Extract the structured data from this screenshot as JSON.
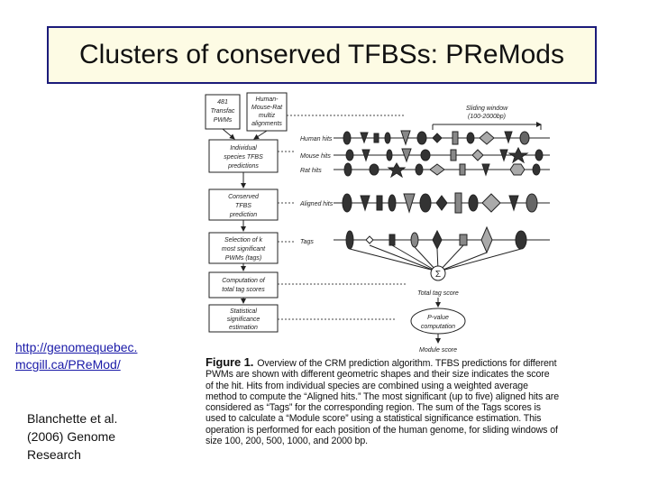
{
  "title": "Clusters of conserved TFBSs: PReMods",
  "link": {
    "line1": "http://genomequebec.",
    "line2": "mcgill.ca/PReMod/"
  },
  "citation": {
    "line1": "Blanchette et al.",
    "line2": "(2006) Genome",
    "line3": "Research"
  },
  "flowchart": {
    "box_pwms": [
      "481",
      "Transfac",
      "PWMs"
    ],
    "box_alignments": [
      "Human-",
      "Mouse-Rat",
      "multiz",
      "alignments"
    ],
    "box_individual": [
      "Individual",
      "species TFBS",
      "predictions"
    ],
    "box_conserved": [
      "Conserved",
      "TFBS",
      "prediction"
    ],
    "box_selection": [
      "Selection of k",
      "most significant",
      "PWMs (tags)"
    ],
    "box_computation": [
      "Computation of",
      "total tag scores"
    ],
    "box_statistical": [
      "Statistical",
      "significance",
      "estimation"
    ]
  },
  "diagram": {
    "sliding_window": [
      "Sliding window",
      "(100-2000bp)"
    ],
    "rows": [
      "Human hits",
      "Mouse hits",
      "Rat hits",
      "Aligned hits",
      "Tags"
    ],
    "sum_symbol": "Σ",
    "total_tag_score": "Total tag score",
    "pvalue": [
      "P-value",
      "computation"
    ],
    "module_score": "Module score"
  },
  "caption": {
    "label": "Figure 1.",
    "text": "Overview of the CRM prediction algorithm. TFBS predictions for different PWMs are shown with different geometric shapes and their size indicates the score of the hit. Hits from individual species are combined using a weighted average method to compute the “Aligned hits.” The most significant (up to five) aligned hits are considered as “Tags” for the corresponding region. The sum of the Tags scores is used to calculate a “Module score” using a statistical significance estimation. This operation is performed for each position of the human genome, for sliding windows of size 100, 200, 500, 1000, and 2000 bp."
  },
  "colors": {
    "title_border": "#1b1b7a",
    "title_bg": "#fdfbe4",
    "link": "#1a1aa8",
    "figure_ink": "#222222"
  }
}
